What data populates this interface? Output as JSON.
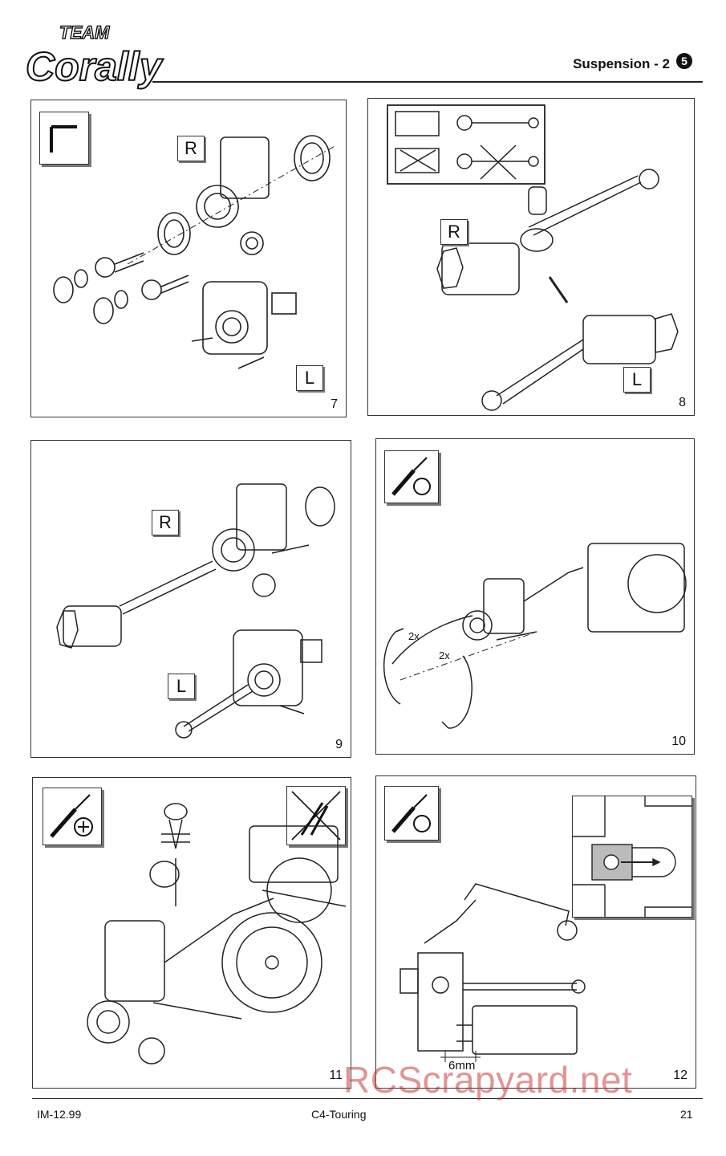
{
  "header": {
    "logo_top": "TEAM",
    "logo_main": "Corally",
    "section_title": "Suspension - 2",
    "section_number": "5"
  },
  "panels": [
    {
      "step": "7",
      "letters": [
        "R",
        "L"
      ]
    },
    {
      "step": "8",
      "letters": [
        "R",
        "L"
      ]
    },
    {
      "step": "9",
      "letters": [
        "R",
        "L"
      ]
    },
    {
      "step": "10",
      "rotation_labels": [
        "2x",
        "2x"
      ]
    },
    {
      "step": "11"
    },
    {
      "step": "12",
      "dimension_label": "6mm"
    }
  ],
  "footer": {
    "left": "IM-12.99",
    "center": "C4-Touring",
    "right": "21"
  },
  "watermark": "RCScrapyard.net"
}
